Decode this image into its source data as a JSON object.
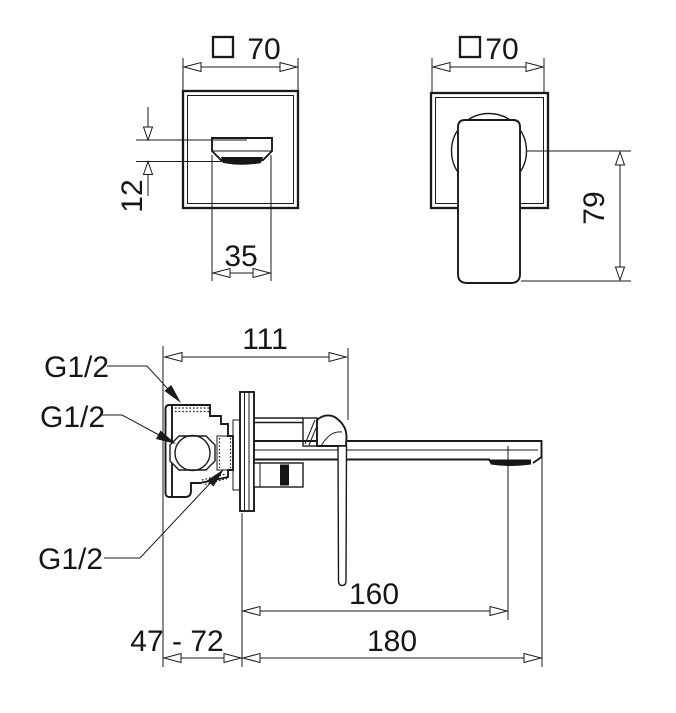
{
  "views": {
    "spout_front": {
      "size_symbol": "□",
      "size_value": "70",
      "dims": {
        "spout_height": "12",
        "spout_width": "35"
      }
    },
    "handle_front": {
      "size_symbol": "□",
      "size_value": "70",
      "dims": {
        "handle_drop": "79"
      }
    },
    "section": {
      "dims": {
        "body_projection": "111",
        "reach_to_aerator": "160",
        "total_reach": "180",
        "wall_depth_range": "47 - 72"
      },
      "connections": {
        "top": "G1/2",
        "middle": "G1/2",
        "bottom": "G1/2"
      }
    }
  },
  "colors": {
    "line": "#1a1a1a",
    "text": "#15151d",
    "background": "#ffffff"
  }
}
